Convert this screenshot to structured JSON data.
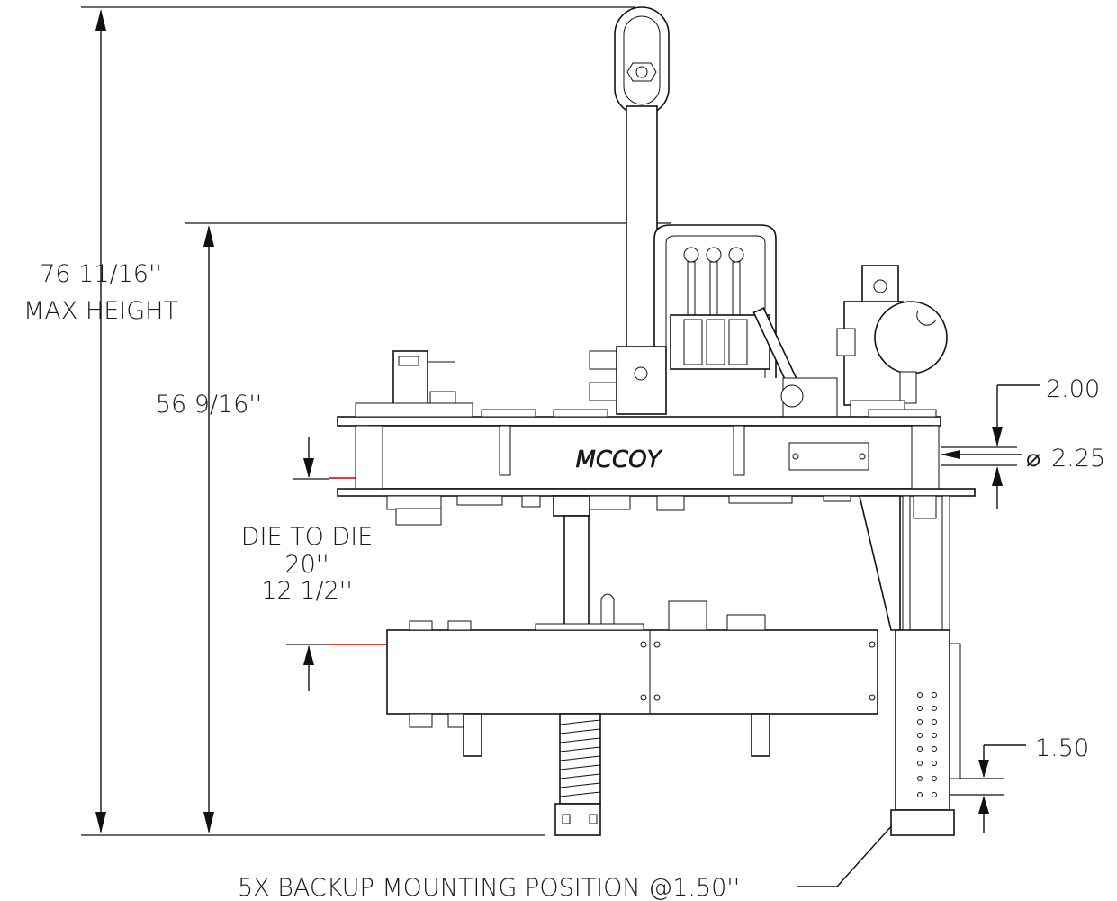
{
  "drawing": {
    "brand_logo_text": "MCCOY",
    "dimensions": {
      "max_height_value": "76 11/16''",
      "max_height_label": "MAX HEIGHT",
      "lower_height_value": "56 9/16''",
      "die_to_die_label": "DIE TO DIE",
      "die_to_die_max": "20''",
      "die_to_die_min": "12 1/2''",
      "offset_top": "2.00",
      "bore_diameter": "2.25",
      "diameter_symbol": "⌀",
      "hole_spacing": "1.50"
    },
    "callout": {
      "backup_mounting": "5X BACKUP MOUNTING POSITION @1.50''"
    }
  }
}
